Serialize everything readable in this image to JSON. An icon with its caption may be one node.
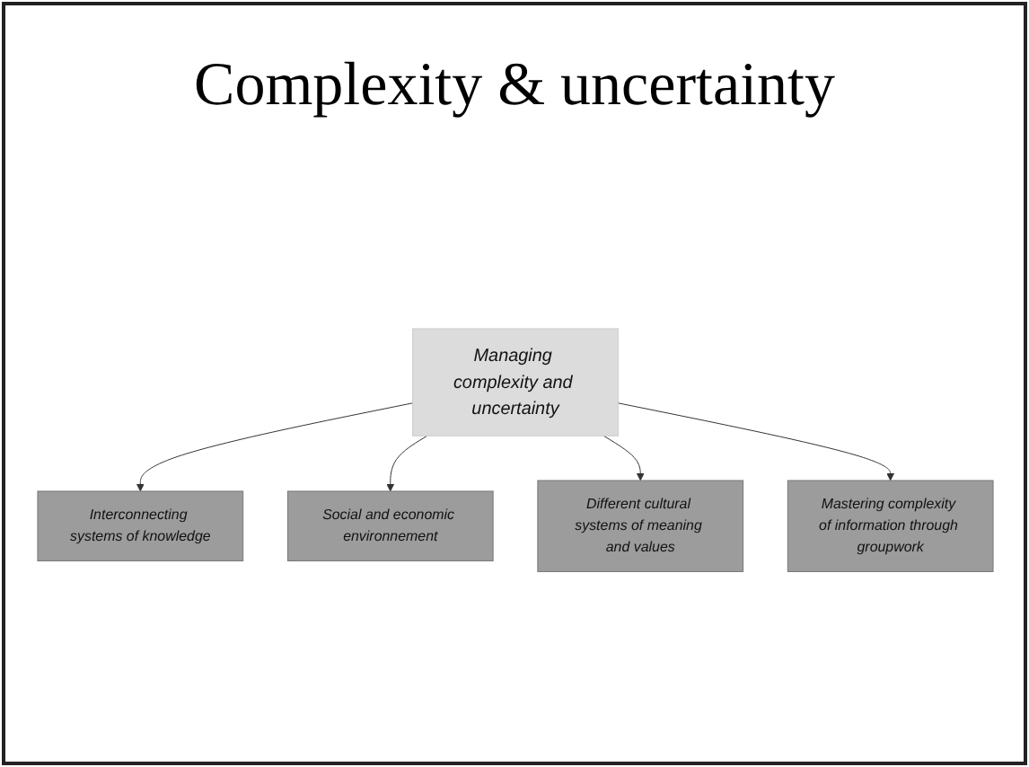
{
  "diagram": {
    "title": "Complexity & uncertainty",
    "nodes": [
      {
        "text": [
          "Interconnecting systems of knowledge"
        ]
      },
      {
        "text": [
          "Social and economic environnement"
        ]
      },
      {
        "text": [
          "Managing complexity and uncertainty"
        ]
      },
      {
        "text": [
          "Different cultural systems of meaning and values"
        ]
      },
      {
        "text": [
          "Mastering complexity of information through groupwork"
        ]
      }
    ],
    "edges": [
      {
        "from": 2,
        "to": 0,
        "arrow": "to"
      },
      {
        "from": 2,
        "to": 1,
        "arrow": "to"
      },
      {
        "from": 2,
        "to": 3,
        "arrow": "to"
      },
      {
        "from": 2,
        "to": 4,
        "arrow": "to"
      }
    ]
  }
}
